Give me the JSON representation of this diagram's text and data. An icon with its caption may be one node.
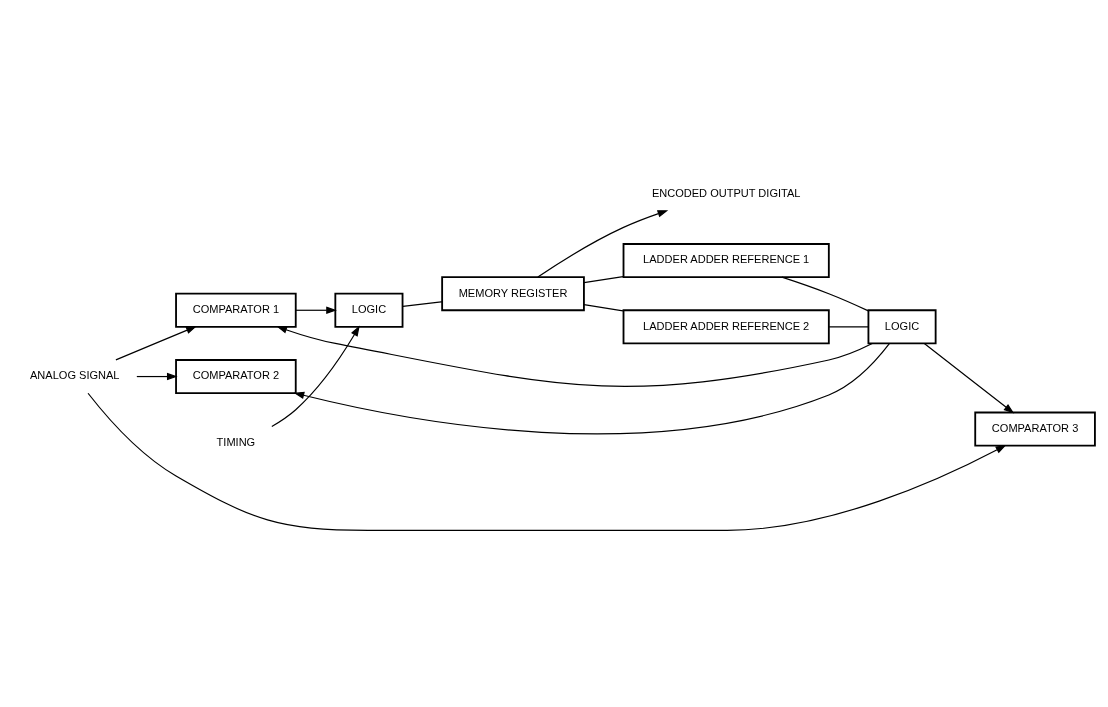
{
  "diagram": {
    "nodes": [
      {
        "text": [
          "ANALOG SIGNAL"
        ]
      },
      {
        "text": [
          "COMPARATOR 1"
        ]
      },
      {
        "text": [
          "TIMING"
        ]
      },
      {
        "text": [
          "LOGIC"
        ]
      },
      {
        "text": [
          "ENCODED OUTPUT DIGITAL"
        ]
      },
      {
        "text": [
          "MEMORY REGISTER"
        ]
      },
      {
        "text": [
          "LADDER ADDER REFERENCE 1"
        ]
      },
      {
        "text": [
          "LADDER ADDER REFERENCE 2"
        ]
      },
      {
        "text": [
          "COMPARATOR 2"
        ]
      },
      {
        "text": [
          "LOGIC"
        ]
      },
      {
        "text": [
          "COMPARATOR 3"
        ]
      }
    ],
    "edges": [
      {
        "from": 0,
        "to": 1,
        "arrow": "to"
      },
      {
        "from": 0,
        "to": 8,
        "arrow": "to"
      },
      {
        "from": 0,
        "to": 10,
        "arrow": "to"
      },
      {
        "from": 1,
        "to": 3,
        "arrow": "to"
      },
      {
        "from": 2,
        "to": 3,
        "arrow": "to"
      },
      {
        "from": 3,
        "to": 5,
        "arrow": "none"
      },
      {
        "from": 5,
        "to": 4,
        "arrow": "to"
      },
      {
        "from": 5,
        "to": 6,
        "arrow": "none"
      },
      {
        "from": 5,
        "to": 7,
        "arrow": "none"
      },
      {
        "from": 6,
        "to": 9,
        "arrow": "none"
      },
      {
        "from": 7,
        "to": 9,
        "arrow": "none"
      },
      {
        "from": 9,
        "to": 1,
        "arrow": "to"
      },
      {
        "from": 9,
        "to": 8,
        "arrow": "to"
      },
      {
        "from": 9,
        "to": 10,
        "arrow": "to"
      }
    ]
  }
}
